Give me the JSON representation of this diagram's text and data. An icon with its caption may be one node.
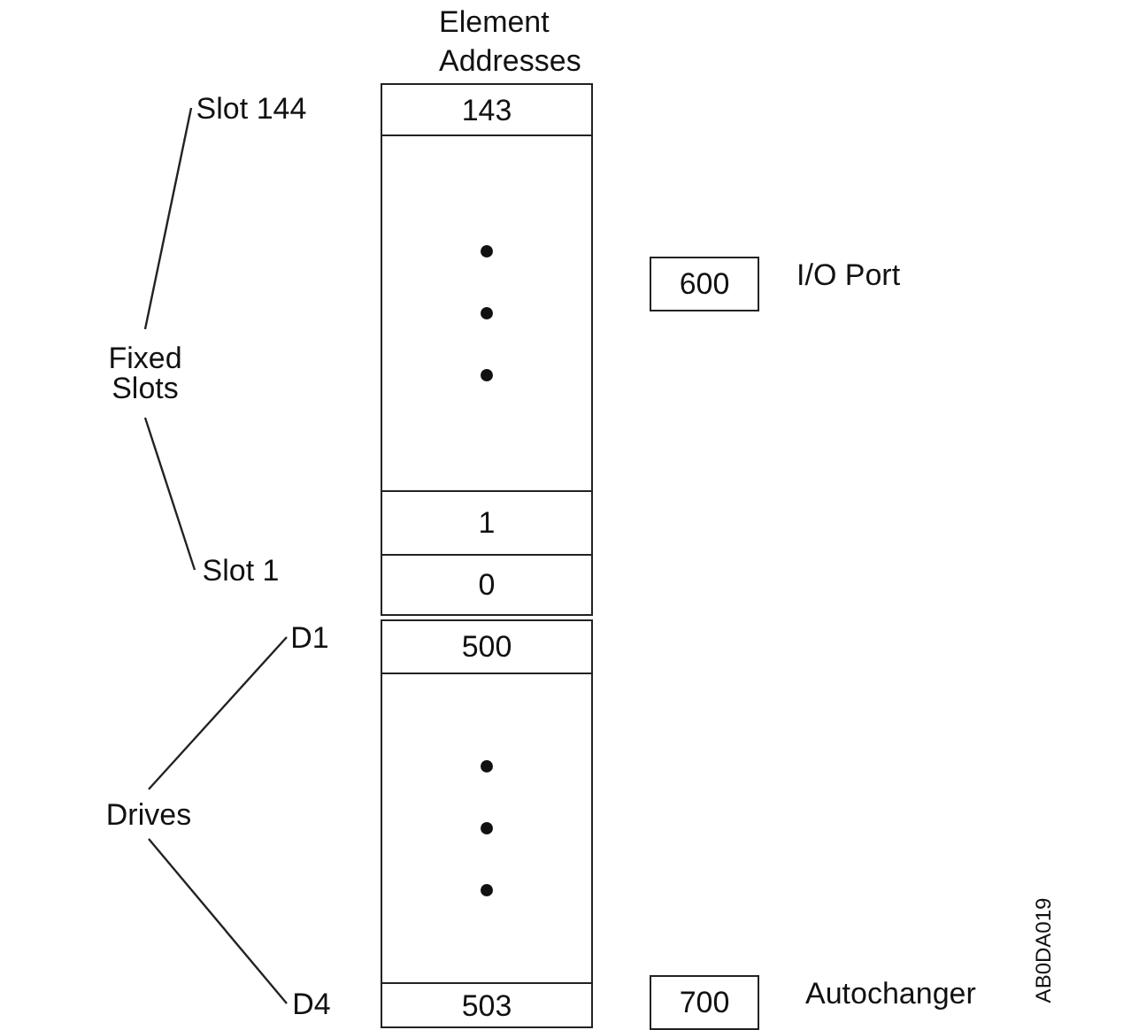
{
  "diagram": {
    "nodes": [
      {
        "text": [
          "Slot 144"
        ]
      },
      {
        "text": [
          "Fixed Slots"
        ]
      },
      {
        "text": [
          "Slot 1"
        ]
      },
      {
        "text": [
          "143"
        ]
      },
      {
        "text": [],
        "shape": "box"
      },
      {
        "text": [
          "1"
        ]
      },
      {
        "text": [
          "0"
        ]
      },
      {
        "text": [
          "D1"
        ]
      },
      {
        "text": [
          "Drives"
        ]
      },
      {
        "text": [
          "D4"
        ]
      },
      {
        "text": [
          "500"
        ]
      },
      {
        "text": [],
        "shape": "box"
      },
      {
        "text": [
          "503"
        ]
      },
      {
        "text": [
          "600"
        ],
        "beside": [
          "I/O Port"
        ]
      },
      {
        "text": [
          "700"
        ],
        "beside": [
          "Autochanger"
        ]
      }
    ],
    "edges": [
      {
        "from": 1,
        "to": 0,
        "arrow": "none"
      },
      {
        "from": 1,
        "to": 2,
        "arrow": "none"
      },
      {
        "from": 8,
        "to": 7,
        "arrow": "none"
      },
      {
        "from": 8,
        "to": 9,
        "arrow": "none"
      }
    ],
    "labels": [
      "Element Addresses",
      "AB0DA019"
    ]
  }
}
